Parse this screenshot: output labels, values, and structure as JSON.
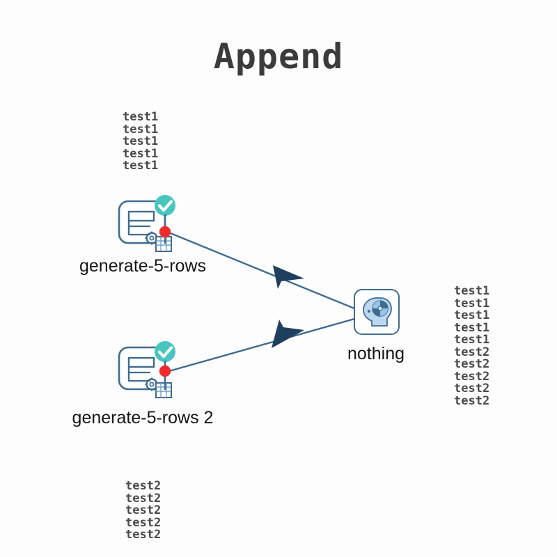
{
  "title": "Append",
  "colors": {
    "background": "#fdfdfd",
    "title_text": "#3b3b3b",
    "mono_text": "#4a4a4a",
    "label_text": "#151515",
    "edge_line": "#3f6b91",
    "arrowhead": "#1f3f5e",
    "status_badge": "#49c5c0",
    "port_dot": "#ef2b2b",
    "node_outline": "#3f6b91",
    "icon_fill": "#bcd8ef"
  },
  "data_blocks": {
    "top_left": {
      "name": "generate-5-rows-output",
      "lines": [
        "test1",
        "test1",
        "test1",
        "test1",
        "test1"
      ],
      "text": "test1\ntest1\ntest1\ntest1\ntest1"
    },
    "bottom_left": {
      "name": "generate-5-rows-2-output",
      "lines": [
        "test2",
        "test2",
        "test2",
        "test2",
        "test2"
      ],
      "text": "test2\ntest2\ntest2\ntest2\ntest2"
    },
    "right": {
      "name": "nothing-output",
      "lines": [
        "test1",
        "test1",
        "test1",
        "test1",
        "test1",
        "test2",
        "test2",
        "test2",
        "test2",
        "test2"
      ],
      "text": "test1\ntest1\ntest1\ntest1\ntest1\ntest2\ntest2\ntest2\ntest2\ntest2"
    }
  },
  "nodes": [
    {
      "id": "generate-5-rows",
      "label": "generate-5-rows",
      "icon": "table-generator-icon",
      "status": "check-badge-icon",
      "port": "output-port-dot"
    },
    {
      "id": "generate-5-rows-2",
      "label": "generate-5-rows 2",
      "icon": "table-generator-icon",
      "status": "check-badge-icon",
      "port": "output-port-dot"
    },
    {
      "id": "nothing",
      "label": "nothing",
      "icon": "brain-head-icon"
    }
  ],
  "edges": [
    {
      "from": "generate-5-rows",
      "to": "nothing",
      "arrow": "arrowhead-icon"
    },
    {
      "from": "generate-5-rows-2",
      "to": "nothing",
      "arrow": "arrowhead-icon"
    }
  ]
}
